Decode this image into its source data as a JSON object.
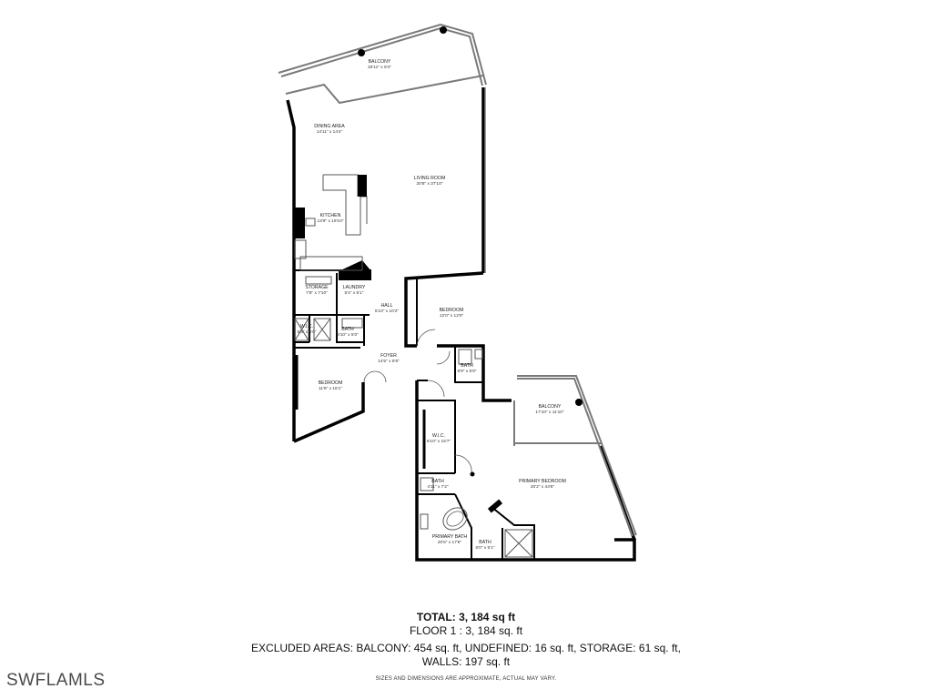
{
  "rooms": [
    {
      "id": "balcony-top",
      "name": "BALCONY",
      "dims": "33'11\" x 9'4\""
    },
    {
      "id": "dining-area",
      "name": "DINING AREA",
      "dims": "14'11\" x 14'4\""
    },
    {
      "id": "living-room",
      "name": "LIVING ROOM",
      "dims": "20'8\" x 37'10\""
    },
    {
      "id": "kitchen",
      "name": "KITCHEN",
      "dims": "13'9\" x 19'10\""
    },
    {
      "id": "storage",
      "name": "STORAGE",
      "dims": "7'8\" x 7'10\""
    },
    {
      "id": "laundry",
      "name": "LAUNDRY",
      "dims": "5'4\" x 6'1\""
    },
    {
      "id": "hall",
      "name": "HALL",
      "dims": "5'10\" x 10'2\""
    },
    {
      "id": "bedroom-2",
      "name": "BEDROOM",
      "dims": "12'0\" x 12'0\""
    },
    {
      "id": "wic-small",
      "name": "W.I.C.",
      "dims": "5'3\" x 5'0\""
    },
    {
      "id": "bath-2",
      "name": "BATH",
      "dims": "9'10\" x 5'0\""
    },
    {
      "id": "foyer",
      "name": "FOYER",
      "dims": "14'5\" x 8'6\""
    },
    {
      "id": "bath-3",
      "name": "BATH",
      "dims": "8'9\" x 5'9\""
    },
    {
      "id": "bedroom-3",
      "name": "BEDROOM",
      "dims": "11'8\" x 15'1\""
    },
    {
      "id": "balcony-right",
      "name": "BALCONY",
      "dims": "17'10\" x 11'10\""
    },
    {
      "id": "wic-primary",
      "name": "W.I.C.",
      "dims": "6'10\" x 15'7\""
    },
    {
      "id": "primary-bedroom",
      "name": "PRIMARY BEDROOM",
      "dims": "20'2\" x 44'6\""
    },
    {
      "id": "bath-small",
      "name": "BATH",
      "dims": "4'11\" x 7'2\""
    },
    {
      "id": "primary-bath",
      "name": "PRIMARY BATH",
      "dims": "20'6\" x 17'8\""
    },
    {
      "id": "bath-shower",
      "name": "BATH",
      "dims": "6'0\" x 5'1\""
    }
  ],
  "summary": {
    "total_label": "TOTAL:",
    "total_value": "3, 184 sq ft",
    "floor": "FLOOR 1 : 3, 184  sq. ft",
    "excluded": "EXCLUDED AREAS: BALCONY: 454 sq. ft, UNDEFINED: 16 sq. ft, STORAGE: 61 sq. ft,",
    "walls": "WALLS: 197 sq. ft",
    "disclaimer": "SIZES AND DIMENSIONS ARE APPROXIMATE, ACTUAL MAY VARY."
  },
  "watermark": "SWFLAMLS",
  "colors": {
    "wall": "#000000",
    "balcony_rail": "#7a7a7a",
    "fixture": "#555555",
    "watermark": "#4a4a4a"
  }
}
